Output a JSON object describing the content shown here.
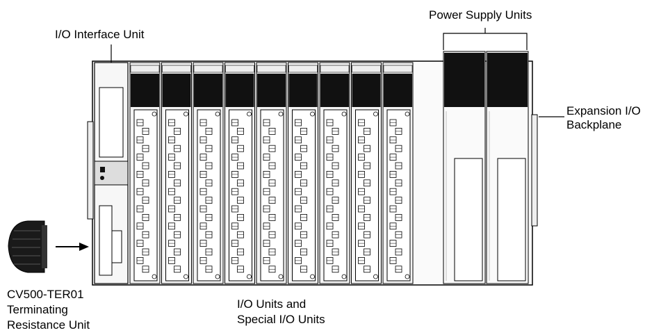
{
  "labels": {
    "io_interface_unit": "I/O Interface Unit",
    "power_supply_units": "Power Supply Units",
    "expansion_line1": "Expansion I/O",
    "expansion_line2": "Backplane",
    "io_units_line1": "I/O Units and",
    "io_units_line2": "Special I/O Units",
    "terminator_line1": "CV500-TER01",
    "terminator_line2": "Terminating",
    "terminator_line3": "Resistance Unit"
  },
  "diagram": {
    "io_unit_count": 9,
    "terminals_per_unit": 18,
    "power_supply_count": 2,
    "colors": {
      "line": "#000000",
      "dark": "#111111",
      "light": "#f4f4f4",
      "terminal": "#ffffff"
    }
  }
}
